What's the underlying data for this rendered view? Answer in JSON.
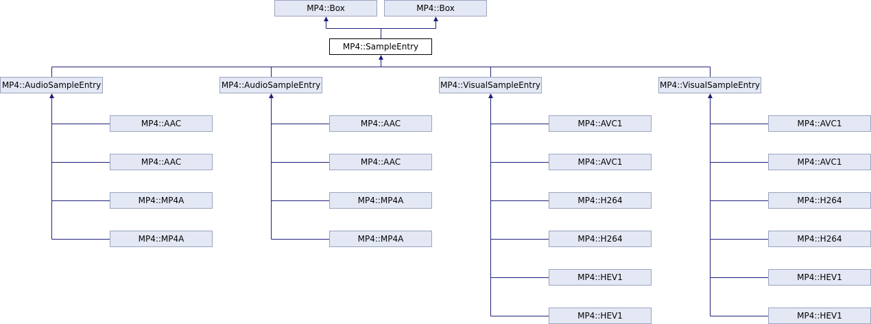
{
  "nodes": {
    "box_1": "MP4::Box",
    "box_2": "MP4::Box",
    "sample_entry": "MP4::SampleEntry",
    "audio_sample_entry_1": "MP4::AudioSampleEntry",
    "audio_sample_entry_2": "MP4::AudioSampleEntry",
    "visual_sample_entry_1": "MP4::VisualSampleEntry",
    "visual_sample_entry_2": "MP4::VisualSampleEntry",
    "audio_1_children": [
      "MP4::AAC",
      "MP4::AAC",
      "MP4::MP4A",
      "MP4::MP4A"
    ],
    "audio_2_children": [
      "MP4::AAC",
      "MP4::AAC",
      "MP4::MP4A",
      "MP4::MP4A"
    ],
    "visual_1_children": [
      "MP4::AVC1",
      "MP4::AVC1",
      "MP4::H264",
      "MP4::H264",
      "MP4::HEV1",
      "MP4::HEV1"
    ],
    "visual_2_children": [
      "MP4::AVC1",
      "MP4::AVC1",
      "MP4::H264",
      "MP4::H264",
      "MP4::HEV1",
      "MP4::HEV1"
    ]
  },
  "colors": {
    "node_fill": "#e3e8f4",
    "node_border": "#9aa3bf",
    "current_fill": "#ffffff",
    "current_border": "#000000",
    "edge": "#1e1e78"
  }
}
